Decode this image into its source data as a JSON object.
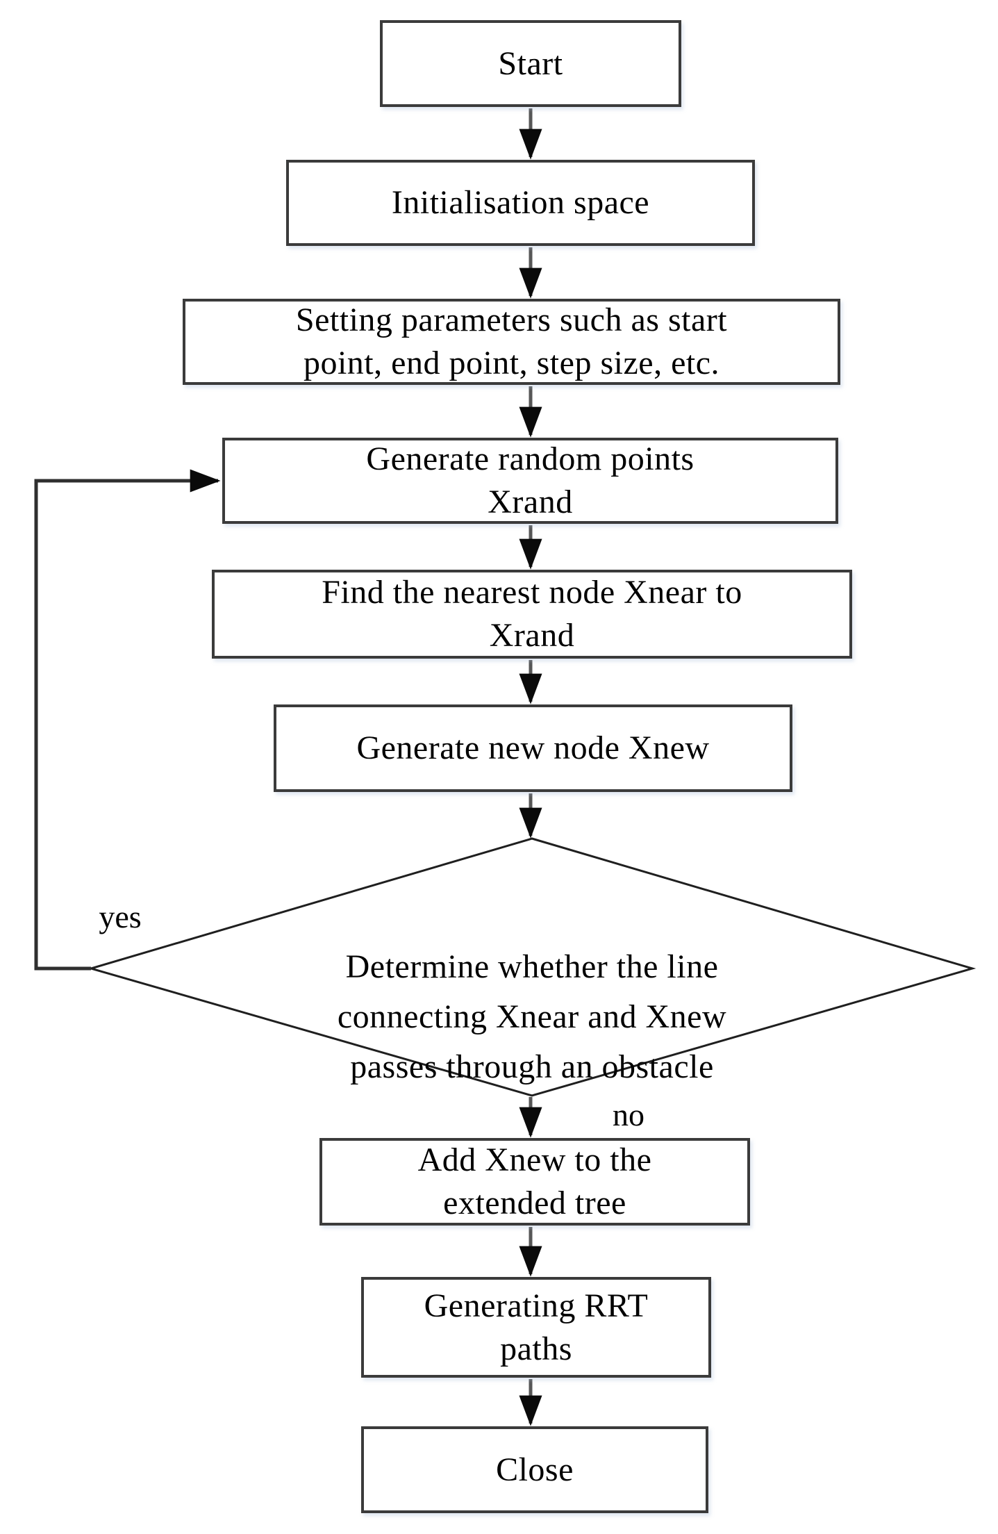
{
  "flowchart": {
    "colors": {
      "background": "#ffffff",
      "node_fill": "#ffffff",
      "node_border": "#3b3b3b",
      "decision_border": "#1f1f1f",
      "arrow_stem": "#575757",
      "arrow_head": "#0a0a0a",
      "text": "#000000"
    },
    "nodes": [
      {
        "id": "start",
        "type": "process",
        "label": "Start"
      },
      {
        "id": "initialisation-space",
        "type": "process",
        "label": "Initialisation space"
      },
      {
        "id": "setting-parameters",
        "type": "process",
        "label": "Setting parameters such as start point, end point, step size, etc.",
        "lines": [
          "Setting parameters such as start",
          "point, end point, step size, etc."
        ]
      },
      {
        "id": "generate-random-points",
        "type": "process",
        "label": "Generate random points Xrand",
        "lines": [
          "Generate random points",
          "Xrand"
        ]
      },
      {
        "id": "find-nearest-node",
        "type": "process",
        "label": "Find the nearest node Xnear to Xrand",
        "lines": [
          "Find the nearest node Xnear to",
          "Xrand"
        ]
      },
      {
        "id": "generate-new-node",
        "type": "process",
        "label": "Generate new node Xnew"
      },
      {
        "id": "decision-obstacle",
        "type": "decision",
        "label": "Determine whether the line connecting Xnear and Xnew passes through an obstacle",
        "lines": [
          "Determine whether the line",
          "connecting Xnear and Xnew",
          "passes through an obstacle"
        ]
      },
      {
        "id": "add-xnew-to-tree",
        "type": "process",
        "label": "Add Xnew to the extended tree",
        "lines": [
          "Add Xnew to the",
          "extended tree"
        ]
      },
      {
        "id": "generating-rrt-paths",
        "type": "process",
        "label": "Generating RRT paths",
        "lines": [
          "Generating RRT",
          "paths"
        ]
      },
      {
        "id": "close",
        "type": "process",
        "label": "Close"
      }
    ],
    "edges": [
      {
        "from": "start",
        "to": "initialisation-space"
      },
      {
        "from": "initialisation-space",
        "to": "setting-parameters"
      },
      {
        "from": "setting-parameters",
        "to": "generate-random-points"
      },
      {
        "from": "generate-random-points",
        "to": "find-nearest-node"
      },
      {
        "from": "find-nearest-node",
        "to": "generate-new-node"
      },
      {
        "from": "generate-new-node",
        "to": "decision-obstacle"
      },
      {
        "from": "decision-obstacle",
        "to": "add-xnew-to-tree",
        "label": "no"
      },
      {
        "from": "decision-obstacle",
        "to": "generate-random-points",
        "label": "yes"
      },
      {
        "from": "add-xnew-to-tree",
        "to": "generating-rrt-paths"
      },
      {
        "from": "generating-rrt-paths",
        "to": "close"
      }
    ],
    "labels": {
      "yes": "yes",
      "no": "no"
    }
  }
}
